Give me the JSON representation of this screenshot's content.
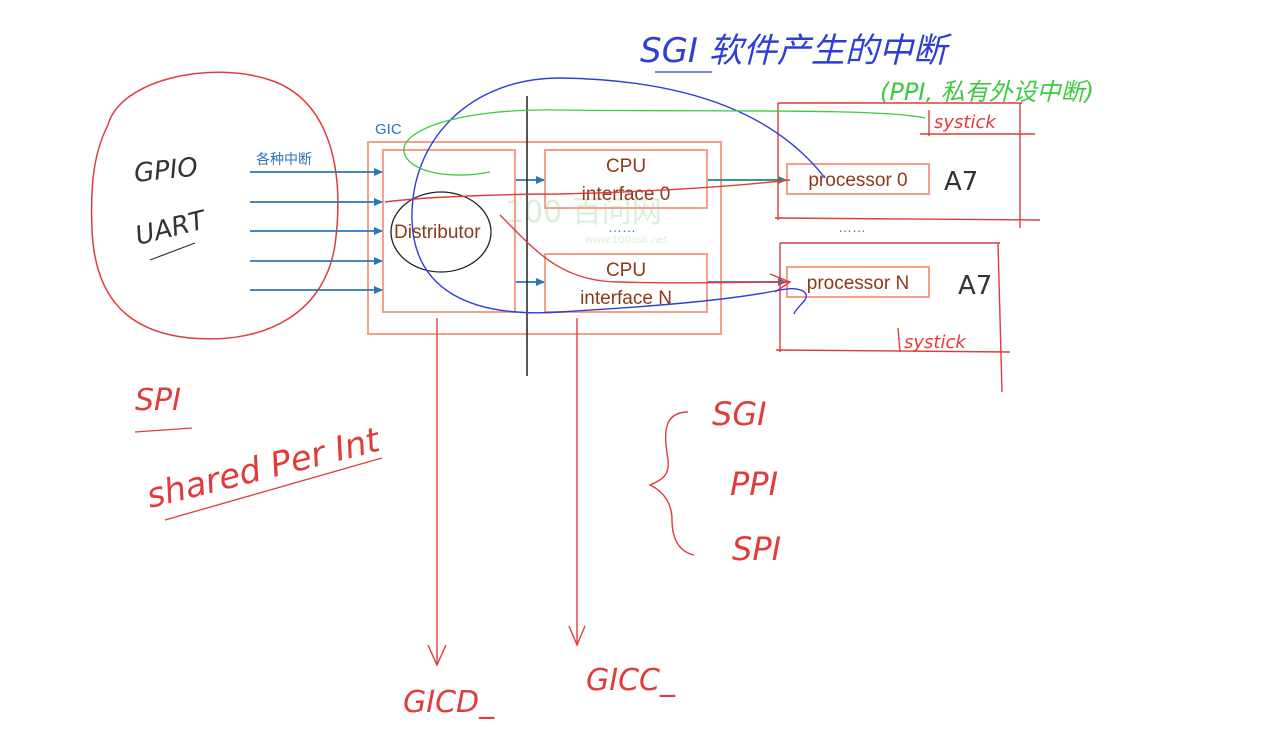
{
  "annotations": {
    "sgi_note": "SGI 软件产生的中断",
    "ppi_note": "(PPI, 私有外设中断)",
    "gpio": "GPIO",
    "uart": "UART",
    "spi": "SPI",
    "shared_per_int": "shared Per Int",
    "brace_sgi": "SGI",
    "brace_ppi": "PPI",
    "brace_spi": "SPI",
    "gicd": "GICD_",
    "gicc": "GICC_",
    "a7_top": "A7",
    "a7_bottom": "A7",
    "systick_top": "systick",
    "systick_bottom": "systick"
  },
  "gic": {
    "label": "GIC",
    "irq_label": "各种中断",
    "distributor": "Distributor",
    "cpu_if0_line1": "CPU",
    "cpu_if0_line2": "interface 0",
    "cpu_ifn_line1": "CPU",
    "cpu_ifn_line2": "interface N",
    "dots_mid": "……"
  },
  "processors": {
    "p0": "processor 0",
    "pn": "processor N",
    "dots": "……"
  },
  "watermark": {
    "brand": "100 百问网",
    "url": "www.100ask.net"
  },
  "colors": {
    "box_border": "#f4a08a",
    "arrow_blue": "#2e75b6",
    "ink_red": "#e23b3b",
    "ink_blue": "#2f3fd6",
    "ink_green": "#3ec93e",
    "ink_teal": "#1a8a7a"
  }
}
